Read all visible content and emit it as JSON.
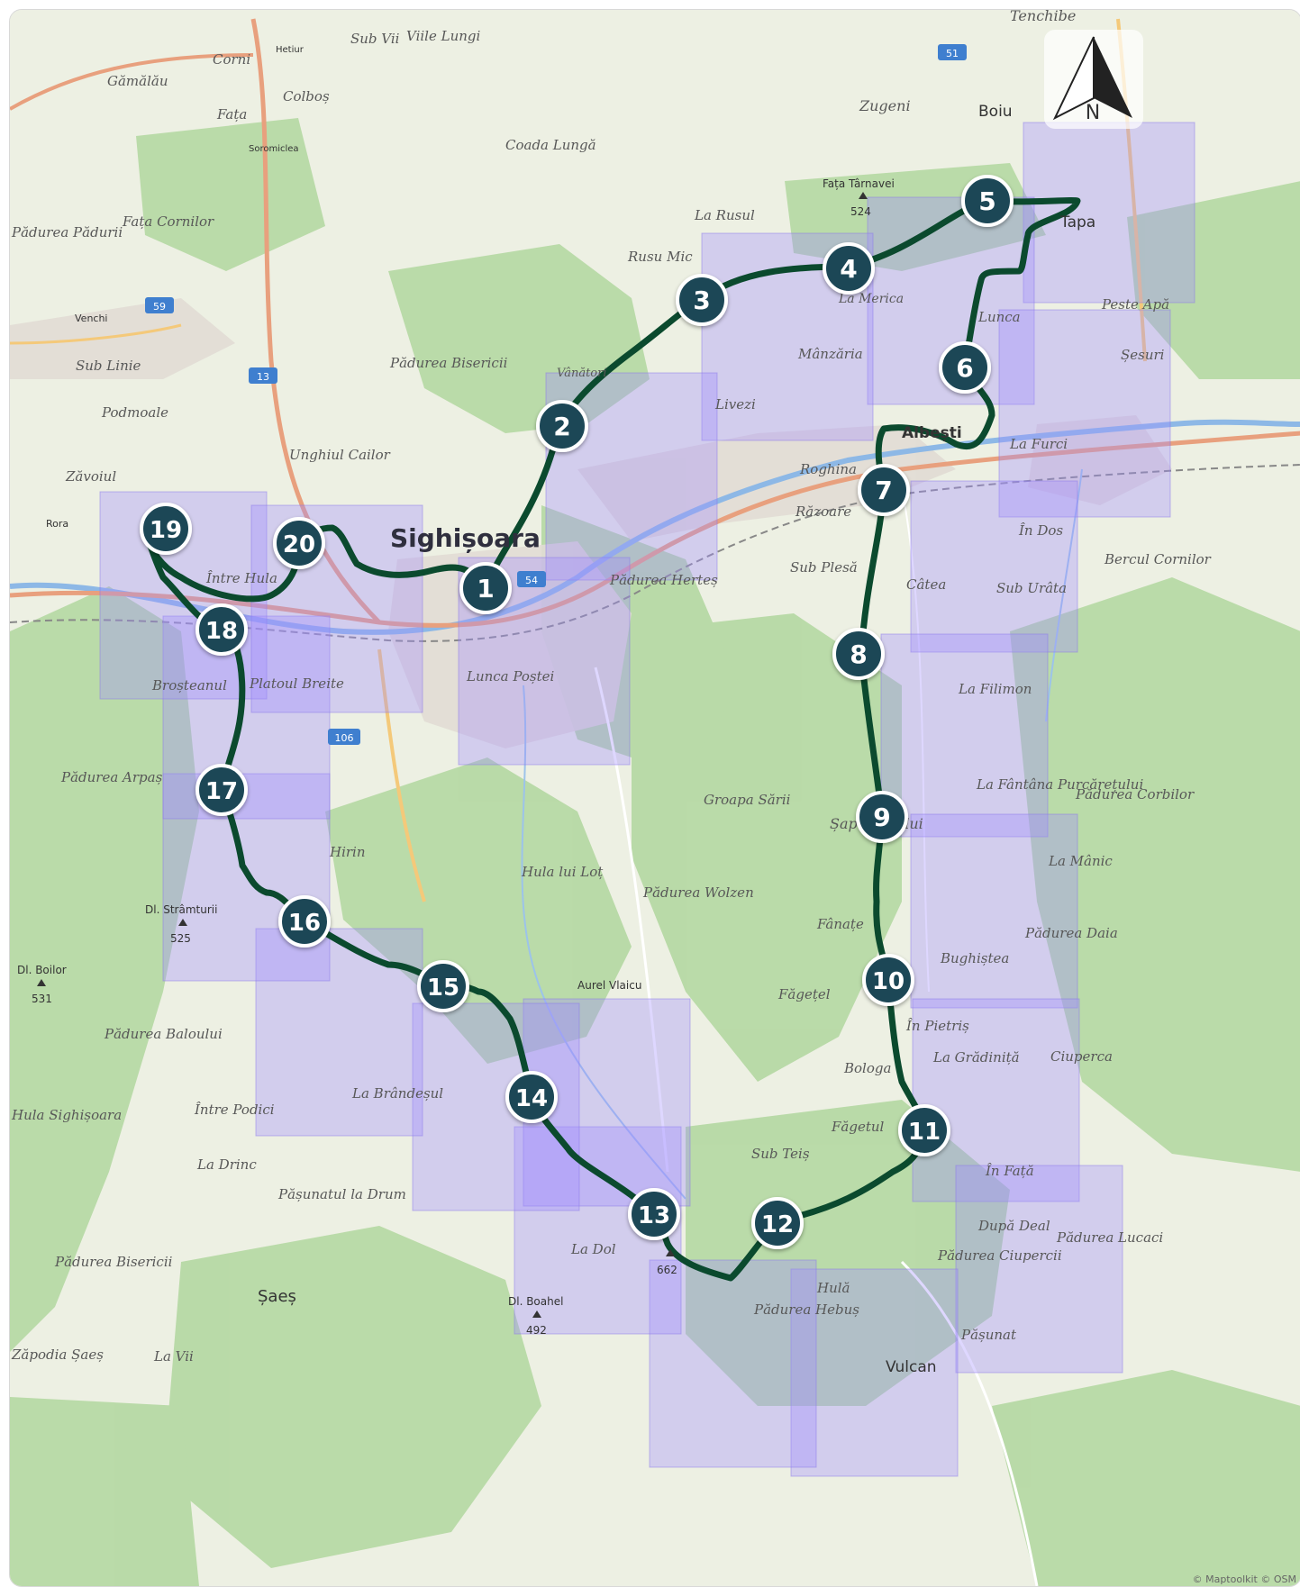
{
  "map": {
    "city_label": "Sighișoara",
    "compass_letter": "N",
    "attribution": "© Maptoolkit © OSM",
    "route_stops": [
      "1",
      "2",
      "3",
      "4",
      "5",
      "6",
      "7",
      "8",
      "9",
      "10",
      "11",
      "12",
      "13",
      "14",
      "15",
      "16",
      "17",
      "18",
      "19",
      "20"
    ],
    "road_numbers": [
      "51",
      "59",
      "13",
      "54",
      "106"
    ],
    "peaks": [
      {
        "name": "Fața Târnavei",
        "elevation": "524"
      },
      {
        "name": "Dl. Strâmturii",
        "elevation": "525"
      },
      {
        "name": "Dl. Boilor",
        "elevation": "531"
      },
      {
        "name": "Dl. Boahel",
        "elevation": "492"
      },
      {
        "name": "",
        "elevation": "662"
      }
    ],
    "places": [
      "Tenchibe",
      "Boiu",
      "Zugeni",
      "Tapa",
      "Peste Apă",
      "Șesuri",
      "Lunca",
      "La Furci",
      "La Merica",
      "Mânzăria",
      "Livezi",
      "Albești",
      "Roghina",
      "Răzoare",
      "Câtea",
      "În Dos",
      "Sub Urâta",
      "Bercul Cornilor",
      "La Filimon",
      "La Fântâna Purcărețului",
      "Pădurea Corbilor",
      "La Mânic",
      "Pădurea Daia",
      "Bughiștea",
      "În Pietriș",
      "Ciuperca",
      "La Grădiniță",
      "În Față",
      "După Deal",
      "Pădurea Lucaci",
      "Pădurea Ciupercii",
      "Pășunat",
      "Vulcan",
      "Pădurea Hebuș",
      "Hulă",
      "Sub Teiș",
      "Făgetul",
      "Bologa",
      "Fânațe",
      "Făgețel",
      "Aurel Vlaicu",
      "Pădurea Wolzen",
      "Groapa Sării",
      "Hula lui Loț",
      "Pădurea Herteș",
      "Lunca Poștei",
      "Coada Lungă",
      "La Rusul",
      "Rusu Mic",
      "Vânători",
      "Pădurea Bisericii",
      "Unghiul Cailor",
      "Între Hula",
      "Platoul Breite",
      "Hirin",
      "Broșteanul",
      "Pădurea Arpaș",
      "Pădurea Baloului",
      "Hula Sighișoara",
      "Între Podici",
      "La Brândeșul",
      "La Drinc",
      "Pășunatul la Drum",
      "Șaeș",
      "La Vii",
      "Zăpodia Șaeș",
      "Pădurea Bisericii",
      "La Dol",
      "Sub Linie",
      "Podmoale",
      "Venchi",
      "Zăvoiul",
      "Rora",
      "Pădurea Pădurii",
      "Fața Cornilor",
      "Gămălău",
      "Corni",
      "Fața",
      "Colboș",
      "Soromiclea",
      "Hetiur",
      "Sub Vii",
      "Viile Lungi",
      "Sub Plesă",
      "Șapartocului"
    ]
  }
}
